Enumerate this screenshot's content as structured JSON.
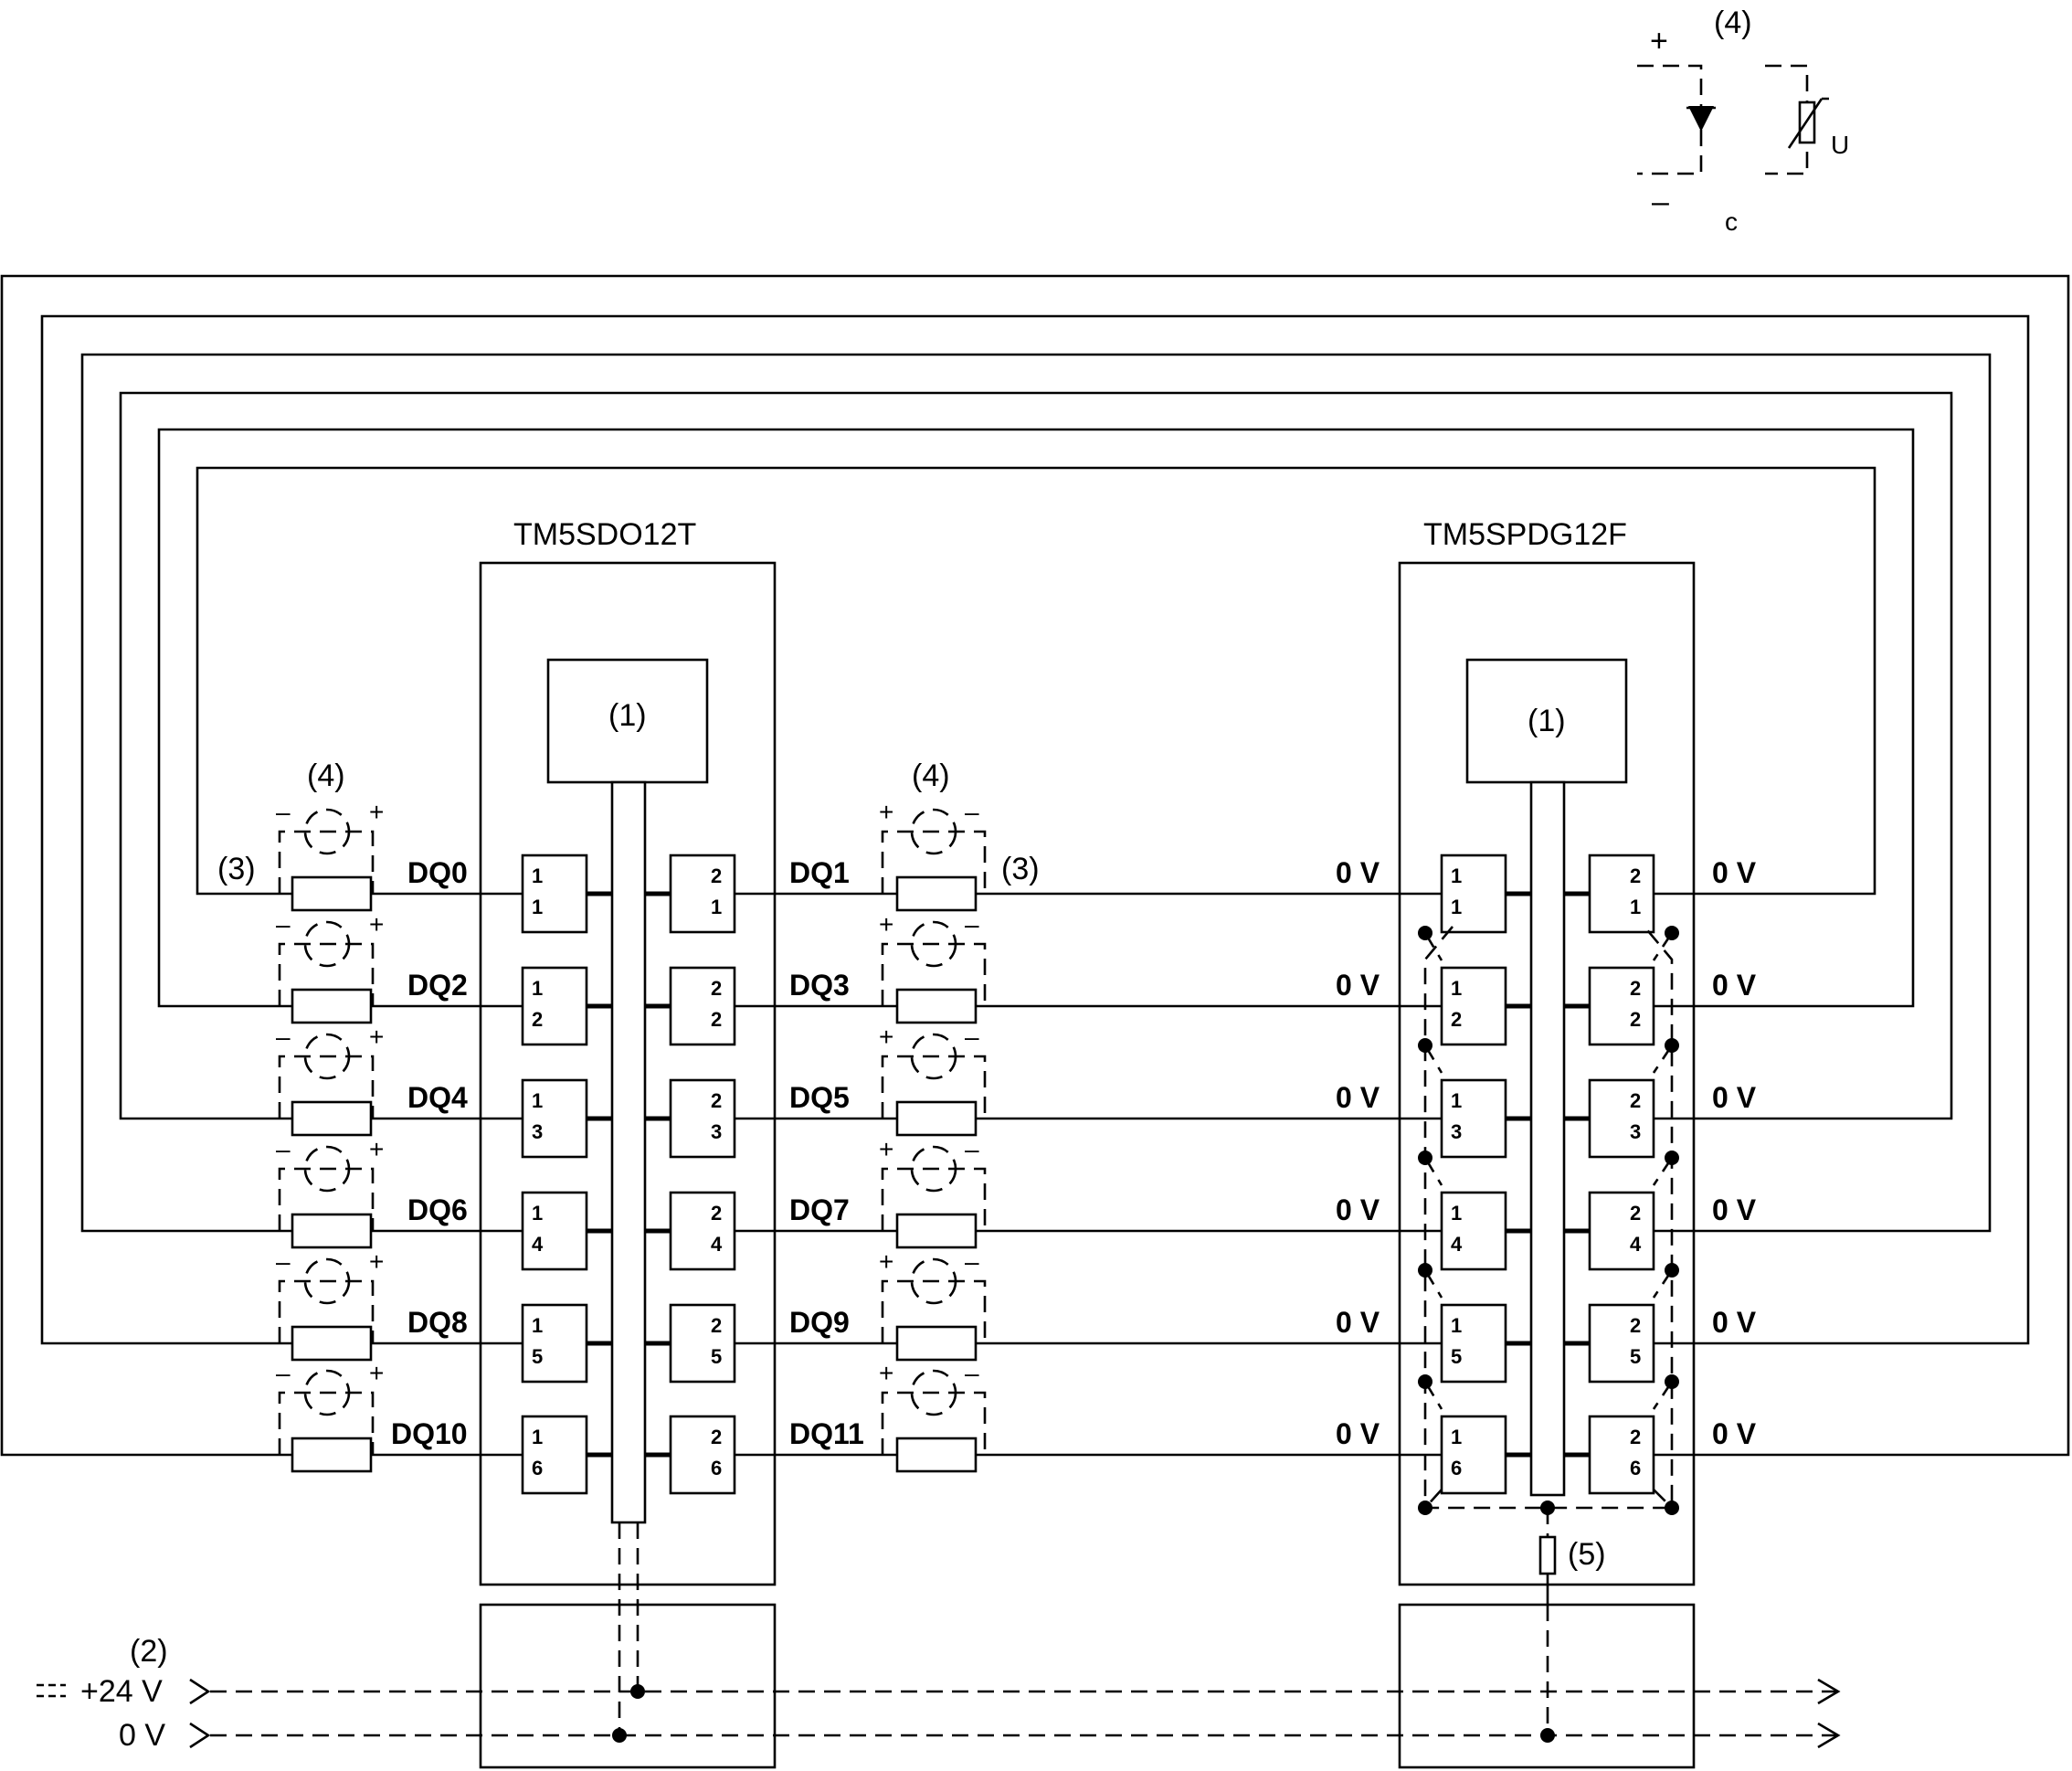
{
  "modules": {
    "left": {
      "title": "TM5SDO12T",
      "inner": "(1)"
    },
    "right": {
      "title": "TM5SPDG12F",
      "inner": "(1)"
    }
  },
  "left_outputs": [
    "DQ0",
    "DQ2",
    "DQ4",
    "DQ6",
    "DQ8",
    "DQ10"
  ],
  "right_outputs": [
    "DQ1",
    "DQ3",
    "DQ5",
    "DQ7",
    "DQ9",
    "DQ11"
  ],
  "ground_label": "0 V",
  "pins_col1": [
    [
      "1",
      "1"
    ],
    [
      "1",
      "2"
    ],
    [
      "1",
      "3"
    ],
    [
      "1",
      "4"
    ],
    [
      "1",
      "5"
    ],
    [
      "1",
      "6"
    ]
  ],
  "pins_col2": [
    [
      "2",
      "1"
    ],
    [
      "2",
      "2"
    ],
    [
      "2",
      "3"
    ],
    [
      "2",
      "4"
    ],
    [
      "2",
      "5"
    ],
    [
      "2",
      "6"
    ]
  ],
  "callouts": {
    "c1": "(1)",
    "c2": "(2)",
    "c3": "(3)",
    "c4": "(4)",
    "c5": "(5)"
  },
  "supply": {
    "plus24": "+24 V",
    "zero": "0 V",
    "dc_symbol": "⎓"
  },
  "legend": {
    "title": "(4)",
    "plus": "+",
    "minus": "–",
    "c": "c",
    "u": "U"
  },
  "protection_signs": {
    "plus": "+",
    "minus": "–"
  }
}
